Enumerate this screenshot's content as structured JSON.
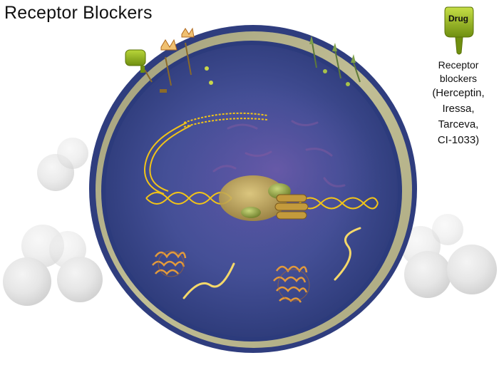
{
  "title": "Receptor Blockers",
  "drug_badge": {
    "label": "Drug",
    "color": "#8fb41a"
  },
  "legend": {
    "line1": "Receptor",
    "line2": "blockers",
    "line3": "(Herceptin,",
    "line4": "Iressa,",
    "line5": "Tarceva,",
    "line6": "CI-1033)"
  },
  "colors": {
    "cell_interior": "#3a4a8e",
    "membrane": "#b0ad82",
    "dna": "#f2c418",
    "protein": "#e29a3c",
    "drug": "#8fb41a"
  }
}
